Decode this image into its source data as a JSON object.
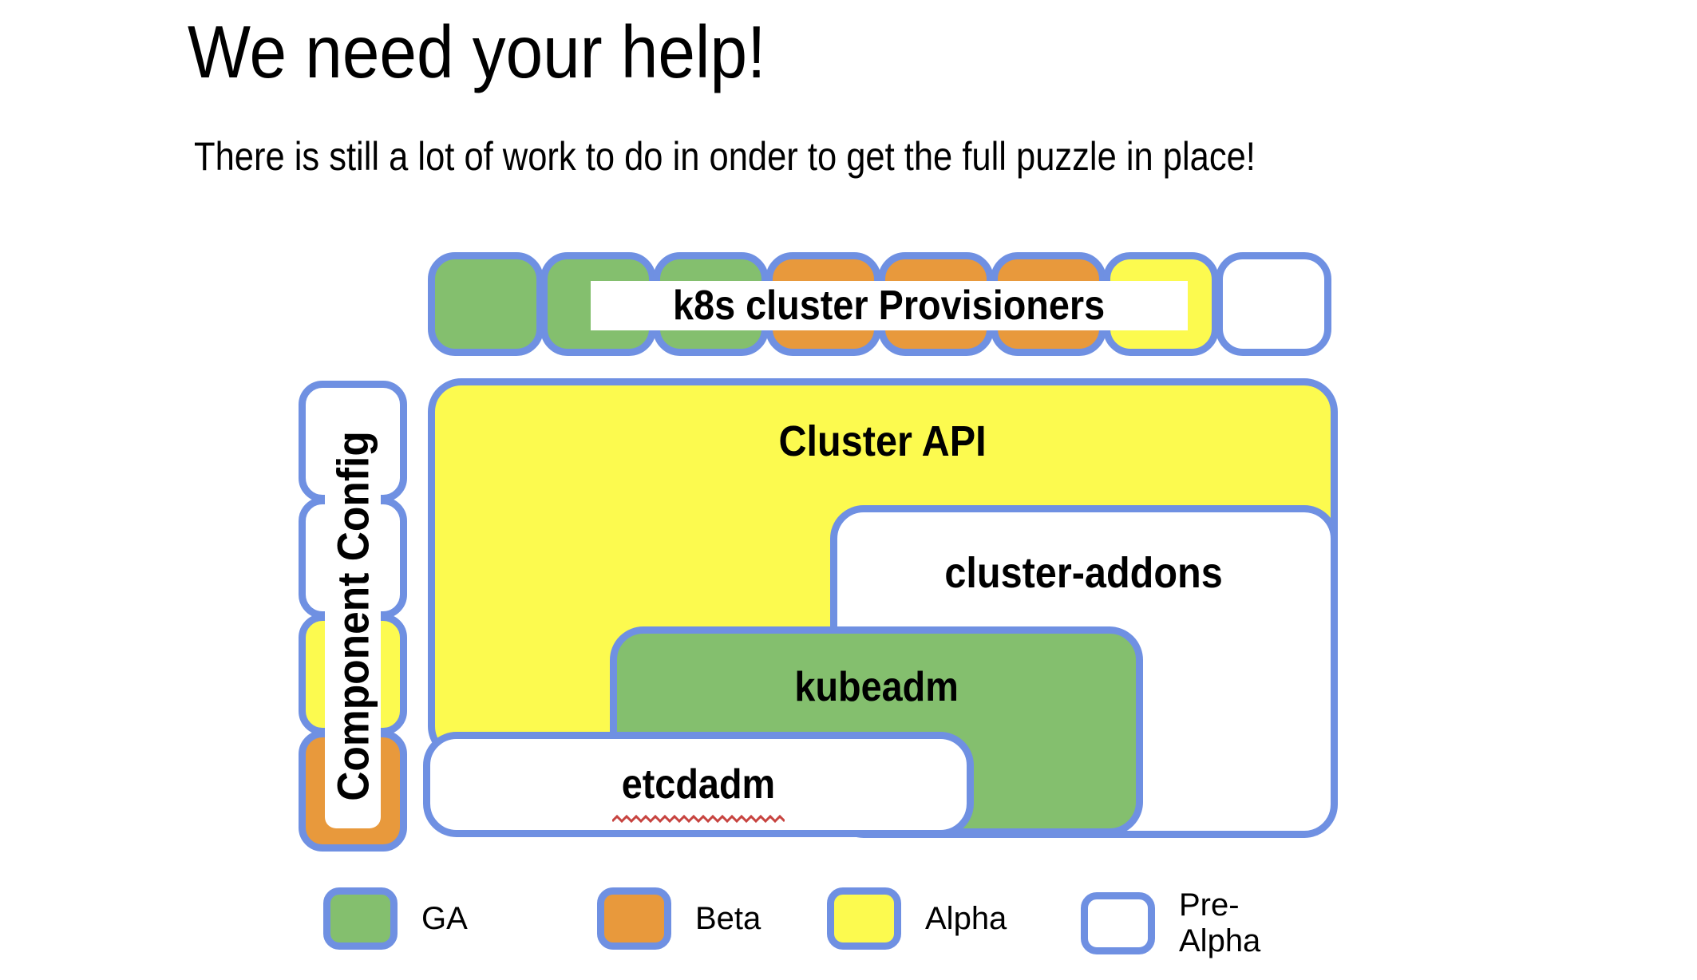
{
  "slide": {
    "title": "We need your help!",
    "subtitle": "There is still a lot of work to do in onder to get the full puzzle in place!"
  },
  "colors": {
    "ga_green": "#84BF6E",
    "beta_orange": "#E8993C",
    "alpha_yellow": "#FCFA4F",
    "prealpha_white": "#FFFFFF",
    "border_blue": "#6F90E2",
    "squiggle_red": "#C74440",
    "text_black": "#000000"
  },
  "provisioners_row": {
    "label": "k8s cluster Provisioners",
    "pieces": [
      "ga",
      "ga",
      "ga",
      "beta",
      "beta",
      "beta",
      "alpha",
      "prealpha"
    ]
  },
  "component_config": {
    "label": "Component Config",
    "pieces": [
      "prealpha",
      "prealpha",
      "alpha",
      "beta"
    ]
  },
  "puzzle_boxes": {
    "cluster_api": {
      "label": "Cluster API",
      "status": "alpha"
    },
    "cluster_addons": {
      "label": "cluster-addons",
      "status": "prealpha"
    },
    "kubeadm": {
      "label": "kubeadm",
      "status": "ga"
    },
    "etcdadm": {
      "label": "etcdadm",
      "status": "prealpha",
      "spellcheck_underline": true
    }
  },
  "legend": {
    "items": [
      {
        "label": "GA",
        "status": "ga"
      },
      {
        "label": "Beta",
        "status": "beta"
      },
      {
        "label": "Alpha",
        "status": "alpha"
      },
      {
        "label": "Pre-Alpha",
        "status": "prealpha"
      }
    ]
  }
}
